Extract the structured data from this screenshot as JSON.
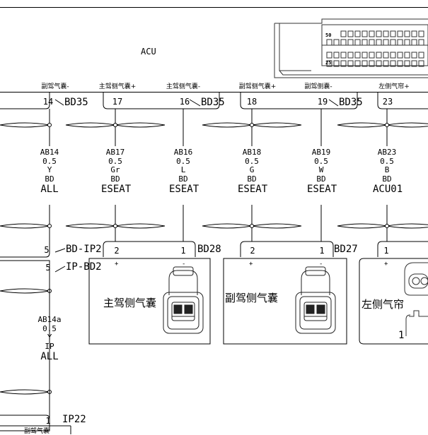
{
  "acu": {
    "title": "ACU",
    "connector": "BD35",
    "pin_numbers": [
      "50",
      "25"
    ],
    "signals": [
      "副驾气囊-",
      "主驾侧气囊+",
      "主驾侧气囊-",
      "副驾侧气囊+",
      "副驾侧囊-",
      "左侧气帘+"
    ],
    "pins": [
      "14",
      "17",
      "16",
      "18",
      "19",
      "23"
    ]
  },
  "wires": [
    {
      "id": "AB14",
      "size": "0.5",
      "color": "Y",
      "harness": "BD",
      "option": "ALL"
    },
    {
      "id": "AB17",
      "size": "0.5",
      "color": "Gr",
      "harness": "BD",
      "option": "ESEAT"
    },
    {
      "id": "AB16",
      "size": "0.5",
      "color": "L",
      "harness": "BD",
      "option": "ESEAT"
    },
    {
      "id": "AB18",
      "size": "0.5",
      "color": "G",
      "harness": "BD",
      "option": "ESEAT"
    },
    {
      "id": "AB19",
      "size": "0.5",
      "color": "W",
      "harness": "BD",
      "option": "ESEAT"
    },
    {
      "id": "AB23",
      "size": "0.5",
      "color": "B",
      "harness": "BD",
      "option": "ACU01"
    }
  ],
  "wire_lower": {
    "id": "AB14a",
    "size": "0.5",
    "color": "Y",
    "harness": "IP",
    "option": "ALL"
  },
  "inline": {
    "label_a": "BD-IP2",
    "label_b": "IP-BD2",
    "pin": "5"
  },
  "airbags": [
    {
      "name": "主驾侧气囊",
      "connector": "BD28",
      "pins": [
        "2",
        "1"
      ],
      "plus": "+",
      "minus": "-"
    },
    {
      "name": "副驾侧气囊",
      "connector": "BD27",
      "pins": [
        "2",
        "1"
      ],
      "plus": "+",
      "minus": "-"
    },
    {
      "name": "左侧气帘",
      "connector": "",
      "pins": [
        "1"
      ],
      "plus": "+",
      "minus": "",
      "tag": "1"
    }
  ],
  "ip22": {
    "connector": "IP22",
    "pin": "1",
    "name": "副驾气囊"
  }
}
